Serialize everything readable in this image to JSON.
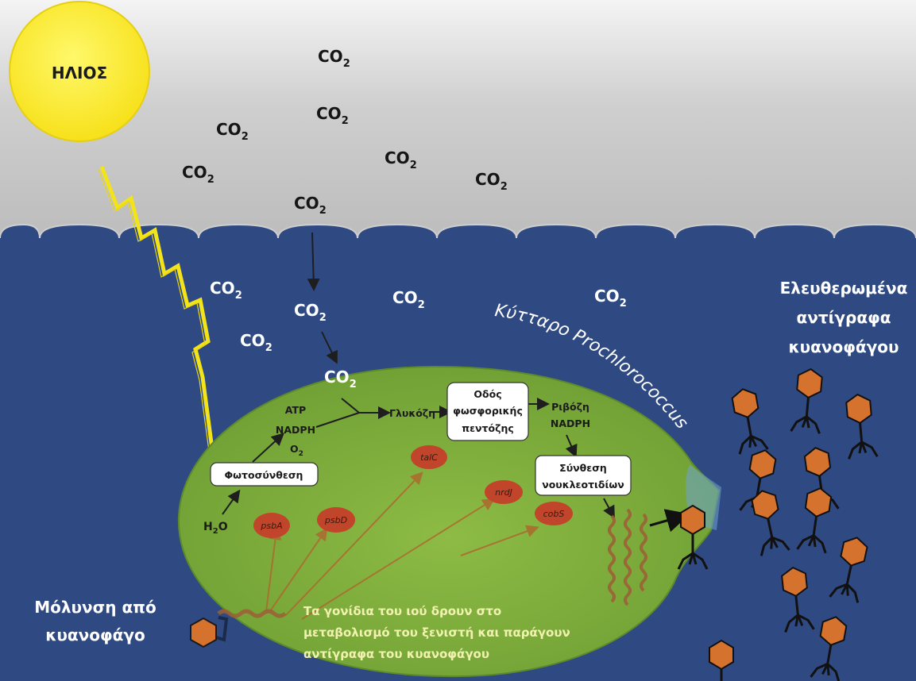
{
  "sun_label": "ΗΛΙΟΣ",
  "co2": {
    "main": "CO",
    "sub": "2"
  },
  "h2o": {
    "main": "H",
    "sub": "2",
    "end": "O"
  },
  "o2": {
    "main": "O",
    "sub": "2"
  },
  "cell_title": "Κύτταρο Prochlorococcus",
  "photosynthesis": "Φωτοσύνθεση",
  "atp": "ATP",
  "nadph": "NADPH",
  "glucose": "Γλυκόζη",
  "pentose_box": [
    "Οδός",
    "φωσφορικής",
    "πεντόζης"
  ],
  "ribose": "Ριβόζη",
  "ribose_nadph": "NADPH",
  "nucleotide_box": [
    "Σύνθεση",
    "νουκλεοτιδίων"
  ],
  "genes": [
    "psbA",
    "psbD",
    "talC",
    "nrdJ",
    "cobS"
  ],
  "infection_label": [
    "Μόλυνση από",
    "κυανοφάγο"
  ],
  "released_label": [
    "Ελευθερωμένα",
    "αντίγραφα",
    "κυανοφάγου"
  ],
  "virus_genes_note": [
    "Τα γονίδια του ιού δρουν στο",
    "μεταβολισμό του ξενιστή και παράγουν",
    "αντίγραφα του κυανοφάγου"
  ],
  "colors": {
    "sky": "#bebebe",
    "sea": "#2f4a83",
    "cell": "#7fae3d",
    "sun": "#ffee2e",
    "gene": "#c0452a",
    "phage": "#d5722e"
  }
}
